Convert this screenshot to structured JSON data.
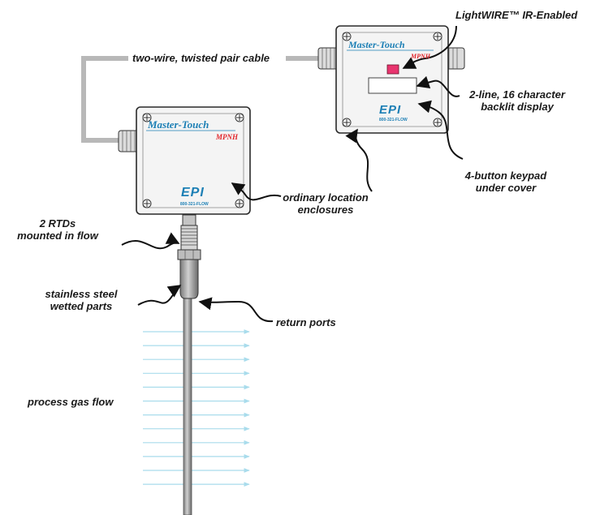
{
  "labels": {
    "lightwire": "LightWIRE™ IR-Enabled",
    "cable": "two-wire, twisted pair cable",
    "display_line1": "2-line, 16 character",
    "display_line2": "backlit display",
    "keypad_line1": "4-button keypad",
    "keypad_line2": "under cover",
    "enclosures_line1": "ordinary location",
    "enclosures_line2": "enclosures",
    "rtds_line1": "2 RTDs",
    "rtds_line2": "mounted in flow",
    "steel_line1": "stainless steel",
    "steel_line2": "wetted parts",
    "return_ports": "return ports",
    "gas_flow": "process gas flow"
  },
  "enclosure_main": {
    "brand": "Master-Touch",
    "model": "MPNH",
    "logo": "EPI",
    "phone": "800-321-FLOW"
  },
  "enclosure_remote": {
    "brand": "Master-Touch",
    "model": "MPNH",
    "logo": "EPI",
    "phone": "800-321-FLOW"
  },
  "colors": {
    "box_fill": "#f4f4f4",
    "box_stroke": "#2a2a2a",
    "cable": "#b8b8b8",
    "flow_arrow": "#a9dcec",
    "brand_blue": "#1c7fb5",
    "model_red": "#e2262b",
    "ir_window": "#e8356f",
    "probe": "#a6a6a6"
  }
}
